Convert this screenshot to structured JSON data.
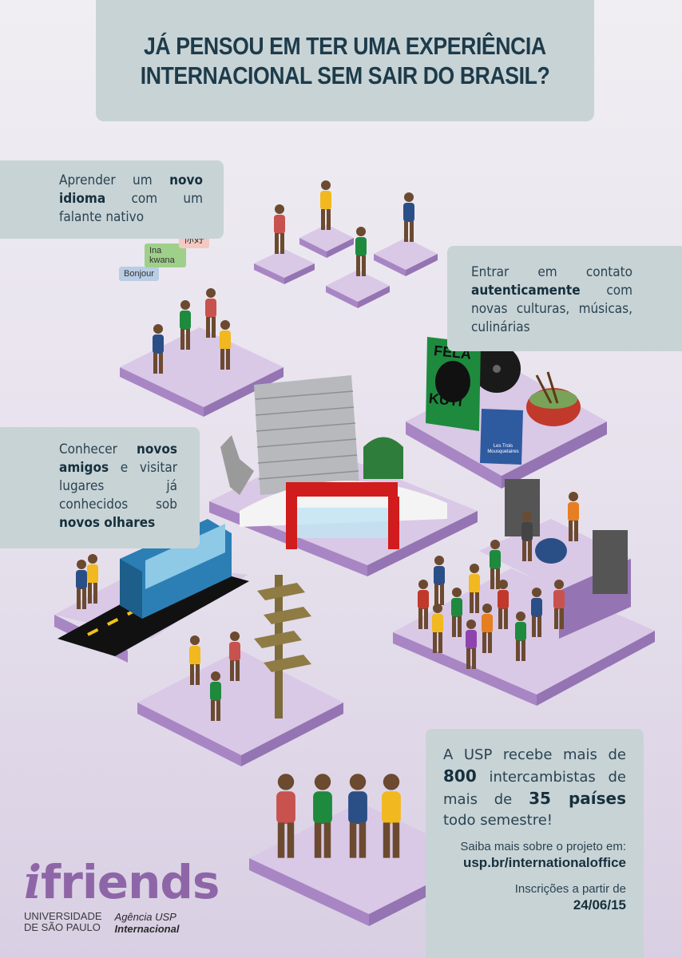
{
  "header": {
    "line1": "JÁ PENSOU EM TER UMA EXPERIÊNCIA",
    "line2": "INTERNACIONAL SEM SAIR DO BRASIL?"
  },
  "block_language": {
    "t1": "Aprender um ",
    "t1b": "novo idioma",
    "t2": " com um falante nativo"
  },
  "block_culture": {
    "t1": "Entrar em contato ",
    "t1b": "autenticamente",
    "t2": " com novas culturas, músicas, culinárias"
  },
  "block_friends": {
    "t1": "Conhecer ",
    "t1b": "novos amigos",
    "t2": " e visitar lugares já conhecidos sob ",
    "t2b": "novos olhares"
  },
  "block_usp": {
    "t1": "A USP recebe mais de ",
    "n1": "800",
    "t2": " intercambistas de mais de ",
    "n2": "35 países",
    "t3": " todo semestre!",
    "more_label": "Saiba mais sobre o projeto em:",
    "url": "usp.br/internationaloffice",
    "signup_label": "Inscrições a partir de",
    "signup_date": "24/06/15"
  },
  "speech": {
    "bonjour": "Bonjour",
    "ina_kwana": "Ina kwana",
    "nihao": "你好"
  },
  "album": {
    "cover_text_1": "FELA",
    "cover_text_2": "KUTI",
    "book_title": "Les Trois Mousquetaires"
  },
  "logo": {
    "i": "i",
    "word": "friends",
    "university_line1": "UNIVERSIDADE",
    "university_line2": "DE SÃO PAULO",
    "agency_line1": "Agência USP",
    "agency_line2": "Internacional"
  },
  "colors": {
    "box": "#c8d3d6",
    "platform_top": "#d9c8e6",
    "platform_side": "#a886c4",
    "text_dark": "#1d3b4a",
    "logo": "#8e66a8"
  }
}
